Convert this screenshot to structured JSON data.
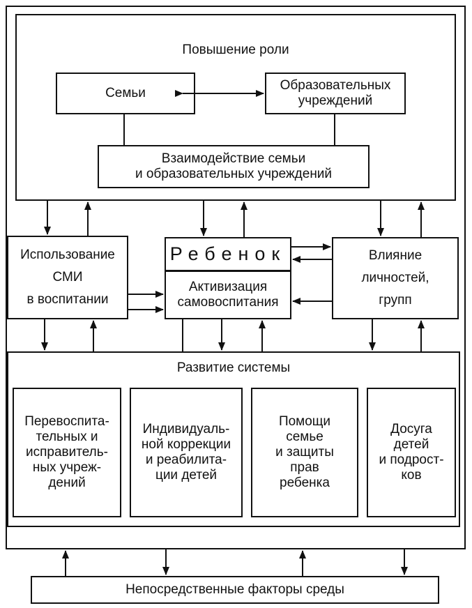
{
  "top": {
    "title": "Повышение роли",
    "family": "Семьи",
    "edu": "Образовательных\nучреждений",
    "interaction": "Взаимодействие семьи\nи образовательных учреждений"
  },
  "middle": {
    "media": "Использование\nСМИ\nв воспитании",
    "child": "Ребенок",
    "self_education": "Активизация\nсамовоспитания",
    "influence": "Влияние\nличностей,\nгрупп"
  },
  "bottom": {
    "title": "Развитие системы",
    "items": [
      "Перевоспита-\nтельных и\nисправитель-\nных учреж-\nдений",
      "Индивидуаль-\nной коррекции\nи реабилита-\nции детей",
      "Помощи\nсемье\nи защиты\nправ\nребенка",
      "Досуга\nдетей\nи подрост-\nков"
    ]
  },
  "environment": "Непосредственные факторы среды"
}
